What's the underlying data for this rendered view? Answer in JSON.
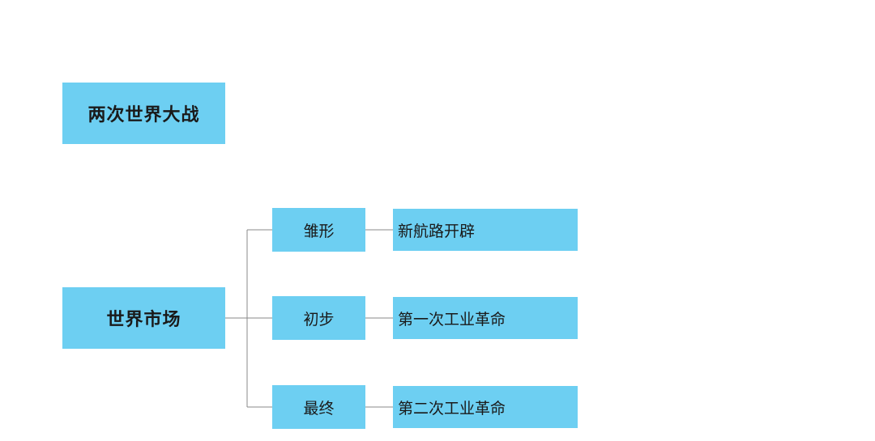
{
  "top_box": {
    "label": "两次世界大战"
  },
  "root": {
    "label": "世界市场"
  },
  "stages": [
    {
      "label": "雏形",
      "detail": "新航路开辟"
    },
    {
      "label": "初步",
      "detail": "第一次工业革命"
    },
    {
      "label": "最终",
      "detail": "第二次工业革命"
    }
  ],
  "colors": {
    "box_fill": "#6dcff2",
    "line": "#888888",
    "text": "#1a1a1a"
  }
}
